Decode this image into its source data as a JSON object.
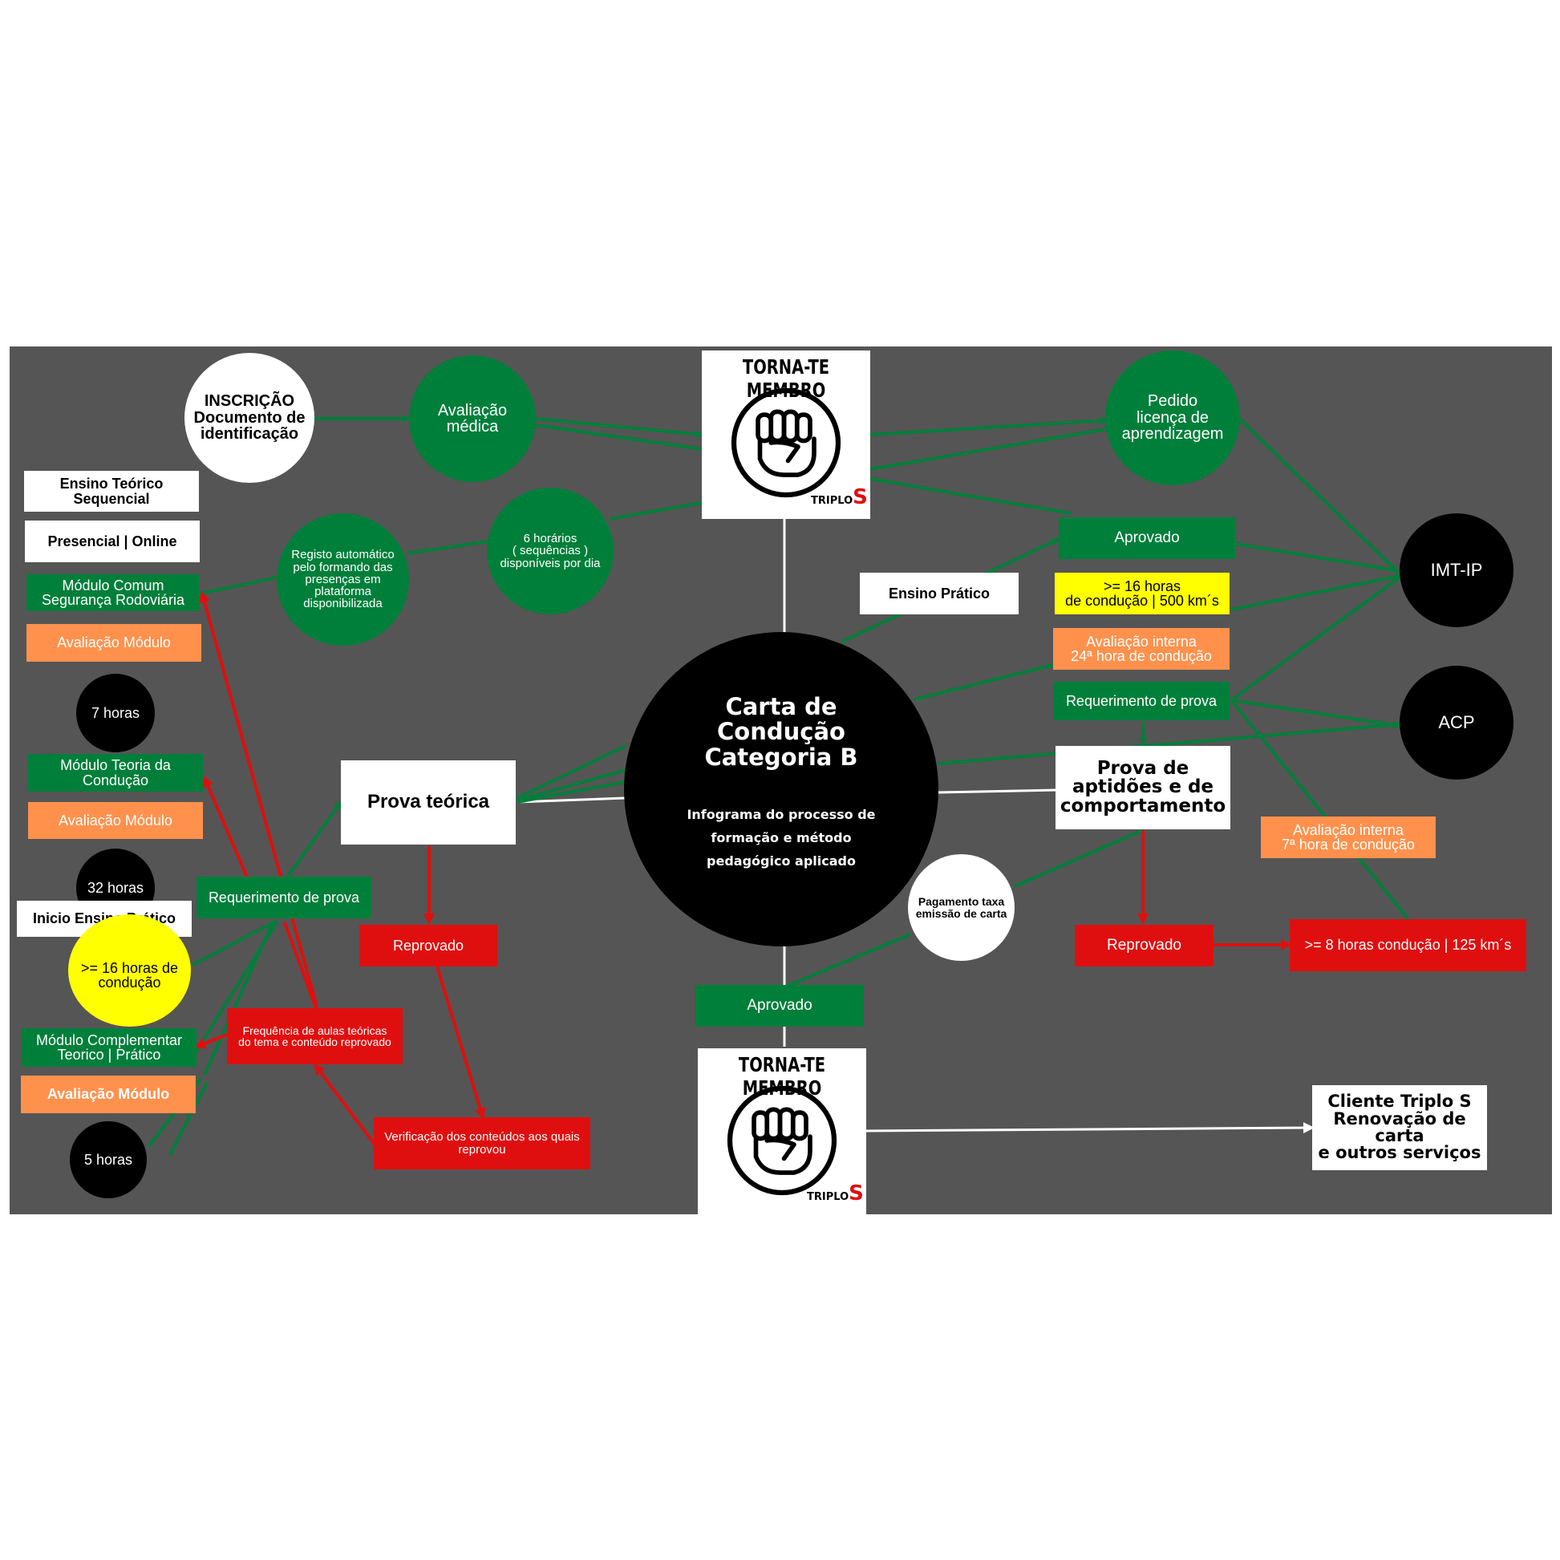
{
  "diagram": {
    "center": {
      "title": "Carta de\nCondução\nCategoria B",
      "subtitle": "Infograma do processo de\nformação e método\npedagógico aplicado"
    },
    "membership": {
      "title": "TORNA-TE MEMBRO",
      "brand": "TRIPLO",
      "brand_letter": "S"
    },
    "nodes": {
      "inscricao": "INSCRIÇÃO\nDocumento de\nidentificação",
      "avaliacao_medica": "Avaliação\nmédica",
      "pedido_licenca": "Pedido\nlicença de\naprendizagem",
      "imt_ip": "IMT-IP",
      "acp": "ACP",
      "ensino_teorico": "Ensino Teórico\nSequencial",
      "presencial_online": "Presencial | Online",
      "modulo_comum": "Módulo Comum\nSegurança Rodoviária",
      "avaliacao_modulo_1": "Avaliação Módulo",
      "horas_7": "7 horas",
      "modulo_teoria": "Módulo Teoria da\nCondução",
      "avaliacao_modulo_2": "Avaliação Módulo",
      "horas_32": "32 horas",
      "inicio_pratico": "Inicio Ensino Prático",
      "horas_16_left": ">= 16 horas de\ncondução",
      "modulo_complementar": "Módulo Complementar\nTeorico | Prático",
      "avaliacao_modulo_3": "Avaliação Módulo",
      "horas_5": "5 horas",
      "registo": "Registo automático\npelo formando das\npresenças em\nplataforma\ndisponibilizada",
      "horarios": "6  horários\n( sequências )\ndisponíveis por dia",
      "requerimento_left": "Requerimento de prova",
      "prova_teorica": "Prova teórica",
      "reprovado_left": "Reprovado",
      "frequencia": "Frequência de aulas teóricas\ndo tema e conteúdo reprovado",
      "verificacao": "Verificação dos conteúdos aos quais\nreprovou",
      "ensino_pratico": "Ensino Prático",
      "aprovado_right": "Aprovado",
      "horas_16_right": ">= 16 horas\nde condução | 500 km´s",
      "avaliacao_24": "Avaliação interna\n24ª hora de condução",
      "requerimento_right": "Requerimento de prova",
      "prova_aptidoes": "Prova de\naptidões e de\ncomportamento",
      "avaliacao_7": "Avaliação interna\n7ª hora de condução",
      "pagamento": "Pagamento taxa\nemissão de carta",
      "reprovado_right": "Reprovado",
      "horas_8": ">= 8 horas condução | 125 km´s",
      "aprovado_bottom": "Aprovado",
      "cliente": "Cliente Triplo S\nRenovação de carta\ne outros serviços"
    },
    "colors": {
      "board": "#555555",
      "green": "#007f3a",
      "red": "#e00f0f",
      "orange": "#ff914d",
      "yellow": "#ffff00",
      "black": "#000000",
      "white": "#ffffff"
    }
  }
}
